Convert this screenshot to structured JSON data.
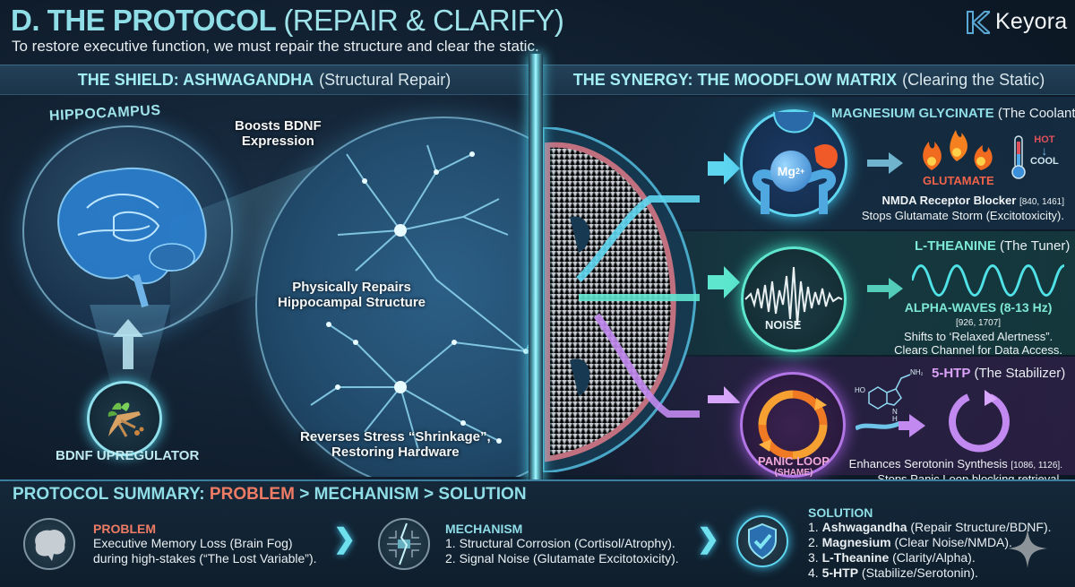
{
  "header": {
    "title_bold": "D. THE PROTOCOL",
    "title_paren": "(REPAIR & CLARIFY)",
    "subtitle": "To restore executive function, we must repair the structure and clear the static.",
    "logo_text": "Keyora",
    "logo_icon": "k-logo-icon"
  },
  "left_panel": {
    "header_bold": "THE SHIELD: ASHWAGANDHA",
    "header_sub": "(Structural Repair)",
    "hippocampus_label": "HIPPOCAMPUS",
    "upregulator_label": "BDNF UPREGULATOR",
    "notes": [
      {
        "line1": "Boosts BDNF",
        "line2": "Expression"
      },
      {
        "line1": "Physically Repairs",
        "line2": "Hippocampal Structure"
      },
      {
        "line1": "Reverses Stress “Shrinkage”,",
        "line2": "Restoring Hardware"
      }
    ]
  },
  "right_panel": {
    "header_bold": "THE SYNERGY: THE MOODFLOW MATRIX",
    "header_sub": "(Clearing the Static)",
    "rows": [
      {
        "title_bold": "MAGNESIUM GLYCINATE",
        "title_sub": "(The Coolant)",
        "circle_label": "Mg",
        "circle_sup": "2+",
        "target_label": "GLUTAMATE",
        "thermo_hot": "HOT",
        "thermo_cool": "COOL",
        "desc_bold": "NMDA Receptor Blocker",
        "desc_ref": "[840, 1461]",
        "desc_line2": "Stops Glutamate Storm (Excitotoxicity).",
        "color": "#5ed6f0"
      },
      {
        "title_bold": "L-THEANINE",
        "title_sub": "(The Tuner)",
        "circle_label": "NOISE",
        "wave_label": "ALPHA-WAVES (8-13 Hz)",
        "desc_ref": "[926, 1707]",
        "desc_line1": "Shifts to ‘Relaxed Alertness”.",
        "desc_line2": "Clears Channel for Data Access.",
        "color": "#5ee6cf"
      },
      {
        "title_bold": "5-HTP",
        "title_sub": "(The Stabilizer)",
        "circle_label": "PANIC LOOP",
        "circle_sub": "(SHAME)",
        "molecule_labels": [
          "HO",
          "NH₂",
          "N",
          "H"
        ],
        "desc_line1": "Enhances Serotonin Synthesis",
        "desc_ref": "[1086, 1126].",
        "desc_line2": "Stops Panic Loop blocking retrieval.",
        "color": "#b276e6"
      }
    ]
  },
  "summary": {
    "title_pre": "PROTOCOL SUMMARY: ",
    "title_hl": "PROBLEM",
    "title_post": " > MECHANISM > SOLUTION",
    "problem": {
      "heading": "PROBLEM",
      "lines": [
        "Executive Memory Loss (Brain Fog)",
        "during high-stakes (“The Lost Variable”)."
      ]
    },
    "mechanism": {
      "heading": "MECHANISM",
      "lines": [
        "1. Structural Corrosion (Cortisol/Atrophy).",
        "2. Signal Noise (Glutamate Excitotoxicity)."
      ]
    },
    "solution": {
      "heading": "SOLUTION",
      "items": [
        {
          "num": "1.",
          "bold": "Ashwagandha",
          "rest": "(Repair Structure/BDNF)."
        },
        {
          "num": "2.",
          "bold": "Magnesium",
          "rest": "(Clear Noise/NMDA)."
        },
        {
          "num": "3.",
          "bold": "L-Theanine",
          "rest": "(Clarity/Alpha)."
        },
        {
          "num": "4.",
          "bold": "5-HTP",
          "rest": "(Stabilize/Serotonin)."
        }
      ]
    },
    "chevron": "❯",
    "colors": {
      "accent": "#8fdde6",
      "problem": "#ee7c64"
    }
  }
}
